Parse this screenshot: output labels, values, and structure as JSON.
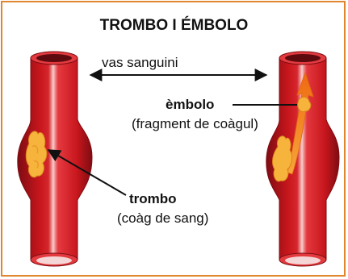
{
  "title": "TROMBO I ÉMBOLO",
  "labels": {
    "vessel": "vas sanguini",
    "embolus_term": "èmbolo",
    "embolus_def": "(fragment de coàgul)",
    "thrombus_term": "trombo",
    "thrombus_def": "(coàg de sang)"
  },
  "colors": {
    "border": "#e0862e",
    "vessel": "#c8161d",
    "vessel_dark": "#8a0f14",
    "clot": "#f7b43c",
    "arrow_flow": "#f07a1a"
  }
}
